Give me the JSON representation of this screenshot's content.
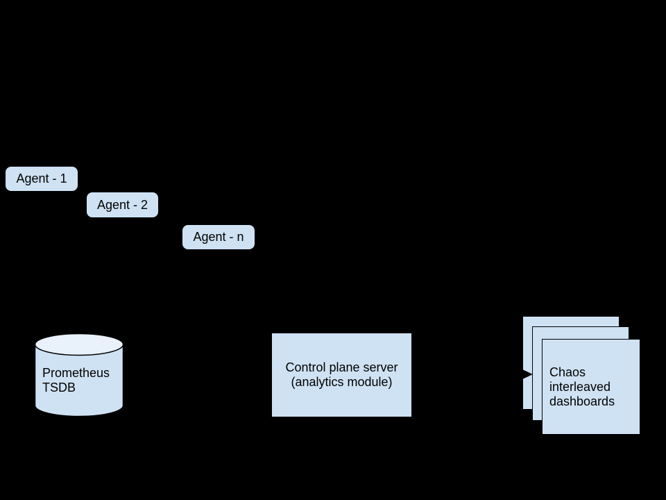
{
  "diagram": {
    "background_color": "#000000",
    "node_fill_color": "#cfe2f3",
    "cylinder_top_fill_color": "#e9f1fb",
    "outline_color": "#000000",
    "text_color": "#000000",
    "agents": [
      {
        "label": "Agent - 1"
      },
      {
        "label": "Agent - 2"
      },
      {
        "label": "Agent - n"
      }
    ],
    "datastore": {
      "label": "Prometheus\nTSDB",
      "shape": "cylinder"
    },
    "control_plane": {
      "label": "Control plane server\n(analytics module)",
      "shape": "rectangle"
    },
    "dashboards": {
      "label": "Chaos\ninterleaved\ndashboards",
      "shape": "stacked-cards",
      "card_count": 3
    },
    "arrow": {
      "direction": "right",
      "from": "control_plane",
      "to": "dashboards"
    }
  }
}
